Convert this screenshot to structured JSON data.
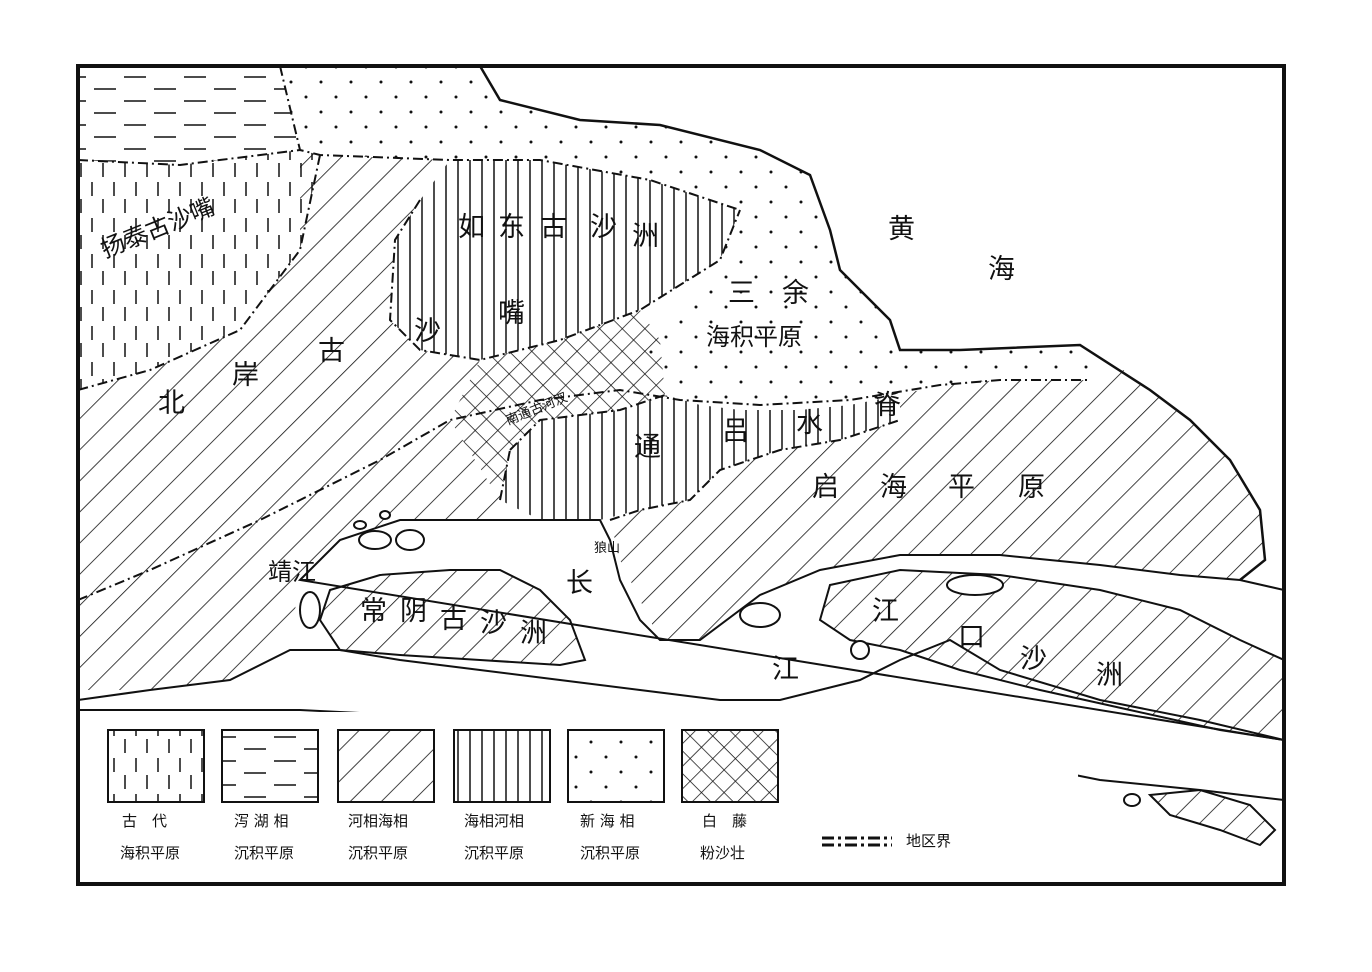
{
  "sea": [
    "黄",
    "海"
  ],
  "labels": {
    "yangtai": "扬泰古沙嘴",
    "beian": [
      "北",
      "岸",
      "古"
    ],
    "rudong": [
      "如",
      "东",
      "古",
      "沙",
      "洲"
    ],
    "rudong_zui": [
      "沙",
      "嘴"
    ],
    "sanyu": [
      "三",
      "余"
    ],
    "sanyu_sub": "海积平原",
    "nantong_he": "南通古河汊",
    "tonglv": [
      "通",
      "吕",
      "水",
      "脊"
    ],
    "qihai": [
      "启",
      "海",
      "平",
      "原"
    ],
    "jingjiang": "靖江",
    "langshan": "狼山",
    "changyin": [
      "常",
      "阴",
      "古",
      "沙",
      "洲"
    ],
    "chang": "长",
    "jiang": "江",
    "jiangkou": [
      "江",
      "口",
      "沙",
      "洲"
    ]
  },
  "legend": [
    {
      "pattern": "dashed-vertical",
      "line1": "古　代",
      "line2": "海积平原"
    },
    {
      "pattern": "dashed-horizontal",
      "line1": "泻 湖 相",
      "line2": "沉积平原"
    },
    {
      "pattern": "diagonal",
      "line1": "河相海相",
      "line2": "沉积平原"
    },
    {
      "pattern": "vertical",
      "line1": "海相河相",
      "line2": "沉积平原"
    },
    {
      "pattern": "dots",
      "line1": "新 海 相",
      "line2": "沉积平原"
    },
    {
      "pattern": "crosshatch",
      "line1": "白　藤",
      "line2": "粉沙壮"
    }
  ],
  "boundary_label": "地区界"
}
